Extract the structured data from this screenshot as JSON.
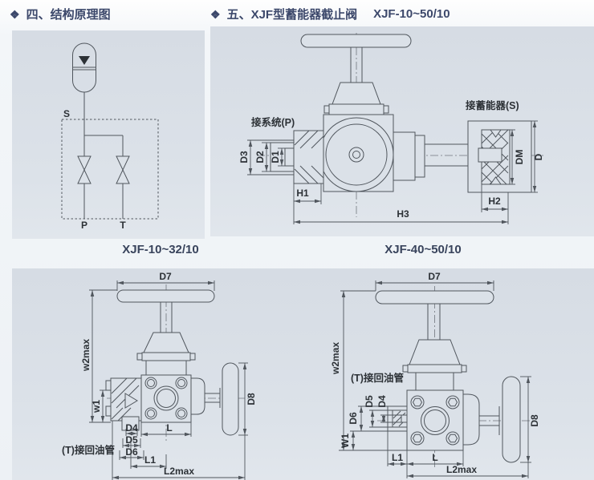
{
  "colors": {
    "panel": "#dbe1e8",
    "page": "#eef1f5",
    "line": "#50565d",
    "label_text": "#2c3136",
    "header_text": "#3c486b"
  },
  "header_left": {
    "icon": "four-diamonds",
    "title": "四、结构原理图"
  },
  "header_right": {
    "icon": "four-diamonds",
    "title": "五、XJF型蓄能器截止阀",
    "model": "XJF-10~50/10"
  },
  "schematic": {
    "accumulator_label": "S",
    "port_p": "P",
    "port_t": "T"
  },
  "main_drawing": {
    "system_port_label": "接系统(P)",
    "accumulator_port_label": "接蓄能器(S)",
    "dims": {
      "d1": "D1",
      "d2": "D2",
      "d3": "D3",
      "dm": "DM",
      "d": "D",
      "h1": "H1",
      "h2": "H2",
      "h3": "H3"
    }
  },
  "variant_left": {
    "title": "XJF-10~32/10",
    "return_port_label": "(T)接回油管",
    "dims": {
      "d7": "D7",
      "w2max": "w2max",
      "w1": "w1",
      "d4": "D4",
      "d5": "D5",
      "d6": "D6",
      "d8": "D8",
      "l": "L",
      "l1": "L1",
      "l2max": "L2max"
    }
  },
  "variant_right": {
    "title": "XJF-40~50/10",
    "return_port_label": "(T)接回油管",
    "dims": {
      "d7": "D7",
      "w2max": "w2max",
      "w1": "W1",
      "d4": "D4",
      "d5": "D5",
      "d6": "D6",
      "d8": "D8",
      "l": "L",
      "l1": "L1",
      "l2max": "L2max"
    }
  }
}
